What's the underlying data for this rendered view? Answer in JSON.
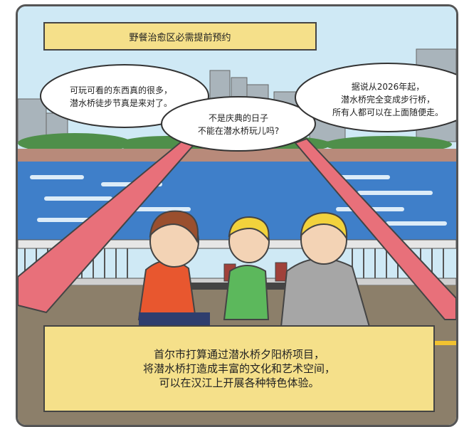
{
  "captions": {
    "top": "野餐治愈区必需提前预约",
    "bottom": [
      "首尔市打算通过潜水桥夕阳桥项目，",
      "将潜水桥打造成丰富的文化和艺术空间，",
      "可以在汉江上开展各种特色体验。"
    ]
  },
  "bubbles": {
    "left": [
      "可玩可看的东西真的很多，",
      "潜水桥徒步节真是来对了。"
    ],
    "middle": [
      "不是庆典的日子",
      "不能在潜水桥玩儿吗?"
    ],
    "right": [
      "据说从2026年起，",
      "潜水桥完全变成步行桥，",
      "所有人都可以在上面随便走。"
    ]
  },
  "colors": {
    "sky": "#cfe9f5",
    "river": "#3f7fc9",
    "curtain": "#e8707a",
    "caption_bg": "#f5e08a",
    "deck": "#8c7f6a",
    "railing": "#d9d9d9"
  }
}
